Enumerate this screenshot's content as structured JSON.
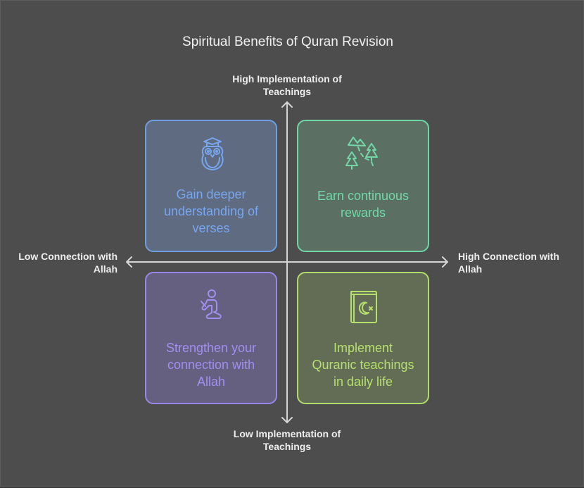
{
  "title": "Spiritual Benefits of Quran Revision",
  "axes": {
    "top": "High Implementation of Teachings",
    "top_line1": "High Implementation of",
    "top_line2": "Teachings",
    "bottom_line1": "Low Implementation of",
    "bottom_line2": "Teachings",
    "left_line1": "Low Connection with",
    "left_line2": "Allah",
    "right_line1": "High Connection with",
    "right_line2": "Allah"
  },
  "quadrants": [
    {
      "position": "top-left",
      "icon": "owl-graduate-icon",
      "line1": "Gain deeper",
      "line2": "understanding of",
      "line3": "verses",
      "color": "#78a6ef"
    },
    {
      "position": "top-right",
      "icon": "mountain-trees-path-icon",
      "line1": "Earn continuous",
      "line2": "rewards",
      "line3": "",
      "color": "#71d8a8"
    },
    {
      "position": "bottom-left",
      "icon": "praying-person-icon",
      "line1": "Strengthen your",
      "line2": "connection with",
      "line3": "Allah",
      "color": "#a28ff0"
    },
    {
      "position": "bottom-right",
      "icon": "quran-book-icon",
      "line1": "Implement",
      "line2": "Quranic teachings",
      "line3": "in daily life",
      "color": "#b6e06c"
    }
  ]
}
